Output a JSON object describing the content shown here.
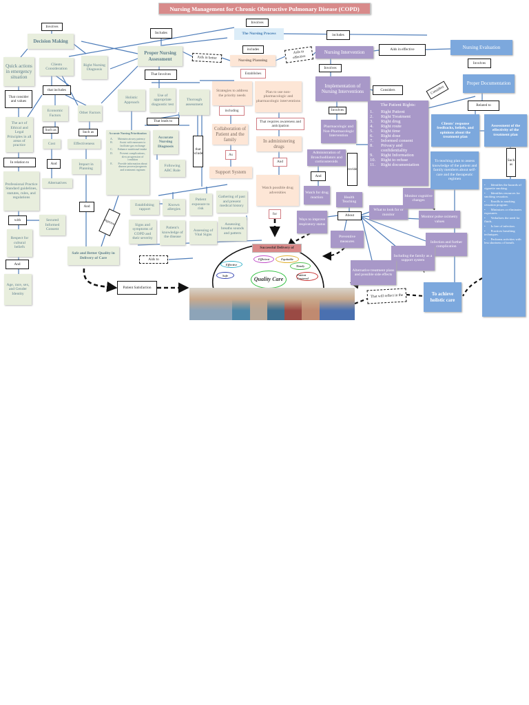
{
  "title": "Nursing Management for Chronic Obstructive Pulmonary Disease (COPD)",
  "nodes": {
    "involves1": "Involves",
    "includes1": "Includes",
    "involves2": "Involves",
    "includes2": "includes",
    "includes3": "includes",
    "aids_better": "Aids in better",
    "aids_effective1": "Aids in effective",
    "aids_effective2": "Aids in effective",
    "that_involves": "That Involves",
    "establishes": "Establishes",
    "that_includes1": "that includes",
    "that_consider": "That consider and values",
    "that_leads": "That leads to",
    "that_includes2": "that includes",
    "including": "including",
    "that_requires": "That requires awareness and anticipation",
    "such_as1": "Such as",
    "such_as2": "Such as",
    "in_relation": "In relation to",
    "and1": "And",
    "as": "As",
    "and2": "And",
    "and3": "And",
    "provides": "provides",
    "and4": "And",
    "with": "with",
    "and5": "And",
    "for": "for",
    "improves": "improves",
    "aids_to": "Aids to",
    "considers1": "Considers",
    "considers2": "Considers",
    "involves3": "Involves",
    "involves4": "Involves",
    "involves5": "Involves",
    "related_to": "Related to",
    "such_as3": "Such as",
    "about": "About",
    "patient_satisfaction": "Patient Satisfaction",
    "will_reflect": "That will reflect in the",
    "decision_making": "Decision Making",
    "quick_action": "Quick actions in emergency situation",
    "clients_consideration": "Clients Consideration",
    "right_nursing": "Right Nursing Diagnosis",
    "proper_assessment": "Proper Nursing Assessment",
    "holistic": "Holistic Approach",
    "use_appropriate": "Use of appropriate diagnostic test",
    "thorough": "Thorough assessment",
    "economic": "Economic Factors",
    "other_factors": "Other Factors",
    "ethical": "The act of Ethical and Legal Principles in all areas of practice",
    "cost": "Cost",
    "effectiveness": "Effectiveness",
    "accurate_dx": "Accurate Nursing Diagnosis",
    "following_abc": "Following ABC Rule",
    "impact_planning": "Impact in Planning",
    "alternatives": "Alternatives",
    "professional": "Professional Practice Standard guidelines, statutes, rules, and regulations",
    "secured_consent": "Secured Informed Consent",
    "respect": "Respect for cultural beliefs",
    "age": "Age, race, sex, and Gender Identity",
    "establishing_rapport": "Establishing rapport",
    "known_allergies": "Known allergies",
    "patient_exposure": "Patient exposure to risk",
    "gathering": "Gathering of past and present medical history",
    "signs": "Signs and symptoms of COPD and their severity",
    "pt_knowledge": "Patient's knowledge of the disease",
    "vital_signs": "Assessing of Vital Signs",
    "breath": "Assessing breaths sounds and pattern",
    "safe_better": "Safe and Better Quality in Delivery of Care",
    "nursing_process": "The Nursing Process",
    "nursing_planning": "Nursing Planning",
    "strategies": "Strategies to address the priority needs",
    "plan_use": "Plan to use non-pharmacologic and pharmacologic interventions",
    "collaboration": "Collaboration of Patient and the family",
    "support_system": "Support System",
    "administering": "In administering drugs",
    "watch_possible": "Watch possible drug adversities",
    "nursing_intervention": "Nursing Intervention",
    "implementation": "Implementation of Nursing Interventions",
    "pharmacologic": "Pharmacologic and Non-Pharmacologic Intervention",
    "administration": "Administration of Bronchodilators and corticosteroids",
    "watch_drug": "Watch for drug reaction",
    "health_teaching": "Health Teaching",
    "ways_improve": "Ways to improve respiratory status",
    "preventive": "Preventive measures",
    "what_to_look": "What to look for or monitor",
    "monitor_cog": "Monitor cognitive changes",
    "monitor_pulse": "Monitor pulse oximetry values",
    "infection": "Infection and further complication",
    "family_support": "Including the family as a support system",
    "alternative_tx": "Alternative treatment plans and possible side effects",
    "nursing_evaluation": "Nursing Evaluation",
    "proper_doc": "Proper Documentation",
    "clients_response": "Clients' response feedbacks, beliefs, and opinions about the treatment plan",
    "assessment_effect": "Assessment of the effectivity of the treatment plan",
    "teaching_plan": "To teaching plan to assess knowledge of the patient and family members about self-care and the therapeutic regimen",
    "holistic_care": "To achieve holistic care",
    "successful_delivery": "Successful Delivery of"
  },
  "prioritization": {
    "title": "Accurate Nursing Prioritization",
    "items": [
      {
        "m": "A.",
        "t": "Maintain airway patency"
      },
      {
        "m": "B.",
        "t": "Assist with measures to facilitate gas exchange"
      },
      {
        "m": "C.",
        "t": "Enhance nutritional intake"
      },
      {
        "m": "D.",
        "t": "Prevent complications, slow progression of condition"
      },
      {
        "m": "E.",
        "t": "Provide information about disease process/prognosis and treatment regimen"
      }
    ]
  },
  "patient_rights": {
    "title": "The Patient Rights:",
    "items": [
      {
        "m": "1.",
        "t": "Right Patient"
      },
      {
        "m": "2.",
        "t": "Right Treatment"
      },
      {
        "m": "3.",
        "t": "Right drug"
      },
      {
        "m": "4.",
        "t": "Right route"
      },
      {
        "m": "5.",
        "t": "Right time"
      },
      {
        "m": "6.",
        "t": "Right dose"
      },
      {
        "m": "7.",
        "t": "Informed consent"
      },
      {
        "m": "8.",
        "t": "Privacy and confidentiality"
      },
      {
        "m": "9.",
        "t": "Right Information"
      },
      {
        "m": "10.",
        "t": "Right to refuse"
      },
      {
        "m": "11.",
        "t": "Right documentation"
      }
    ]
  },
  "evaluation_items": [
    "Identifies the hazards of cigarette smoking.",
    "Identifies resources for smoking cessation.",
    "Enrolls in smoking cessation program.",
    "Minimizes or eliminates exposures.",
    "Verbalizes the need for fluids.",
    "Is free of infection.",
    "Practices breathing techniques.",
    "Performs activities with less shortness of breath."
  ],
  "quality_care": {
    "center": "Quality Care",
    "attributes": [
      {
        "label": "Efficient",
        "color": "#c050c8"
      },
      {
        "label": "Equitable",
        "color": "#e0b030"
      },
      {
        "label": "Effective",
        "color": "#30b0c8"
      },
      {
        "label": "Timely",
        "color": "#50c050"
      },
      {
        "label": "Safe",
        "color": "#3040b0"
      },
      {
        "label": "Patient Centered",
        "color": "#c83030"
      }
    ],
    "center_color": "#30c040"
  },
  "colors": {
    "title": "#d88a8a",
    "assessment": "#e8eedd",
    "planning": "#fde6d6",
    "intervention": "#a898c8",
    "evaluation": "#7ca8dd",
    "connector": "#4a7ab8"
  }
}
